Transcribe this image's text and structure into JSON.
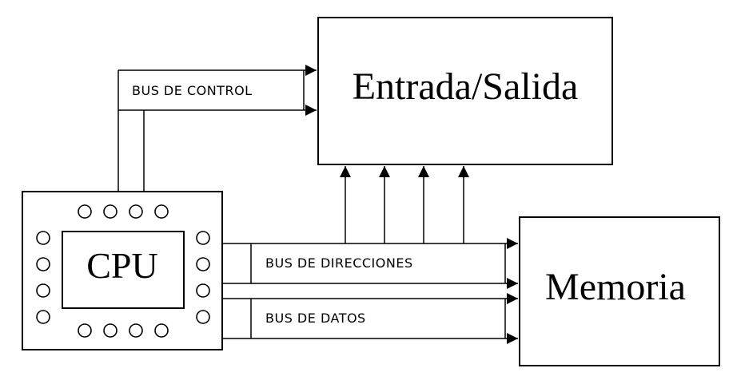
{
  "blocks": {
    "io": {
      "label": "Entrada/Salida"
    },
    "memory": {
      "label": "Memoria"
    },
    "cpu": {
      "label": "CPU"
    }
  },
  "buses": {
    "control": {
      "label": "BUS DE CONTROL"
    },
    "address": {
      "label": "BUS DE DIRECCIONES"
    },
    "data": {
      "label": "BUS DE DATOS"
    }
  }
}
